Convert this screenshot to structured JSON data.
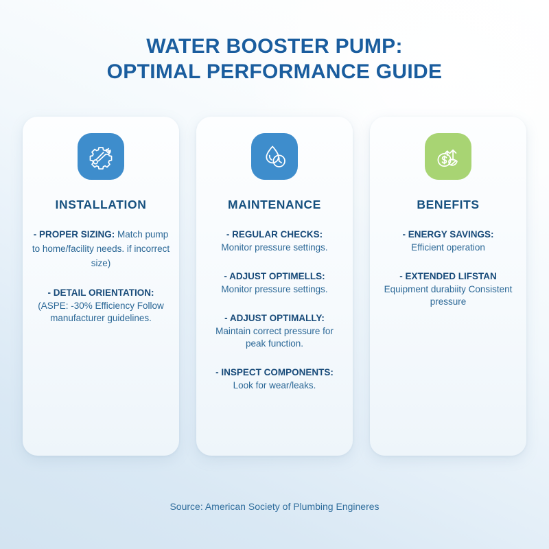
{
  "title": {
    "line1": "WATER BOOSTER PUMP:",
    "line2": "OPTIMAL PERFORMANCE GUIDE",
    "color": "#1a5d9e"
  },
  "cards": [
    {
      "icon": "gear-wrench-icon",
      "icon_tile_color": "#3e8dcc",
      "heading": "INSTALLATION",
      "items": [
        {
          "label": "- PROPER SIZING:",
          "text": " Match pump to home/facility needs. if incorrect size)"
        },
        {
          "label": "- DETAIL ORIENTATION:",
          "text": "(ASPE: -30% Efficiency Follow manufacturer guidelines.",
          "text_on_new_line": true
        }
      ]
    },
    {
      "icon": "water-drop-clock-icon",
      "icon_tile_color": "#3e8dcc",
      "heading": "MAINTENANCE",
      "items": [
        {
          "label": "- REGULAR CHECKS:",
          "text": "Monitor pressure settings.",
          "text_on_new_line": true
        },
        {
          "label": "- ADJUST OPTIMELLS:",
          "text": "Monitor pressure settings.",
          "text_on_new_line": true
        },
        {
          "label": "- ADJUST OPTIMALLY:",
          "text": "Maintain correct pressure for peak function.",
          "text_on_new_line": true
        },
        {
          "label": "- INSPECT COMPONENTS:",
          "text": "Look for wear/leaks.",
          "text_on_new_line": true
        }
      ]
    },
    {
      "icon": "money-growth-leaf-icon",
      "icon_tile_color": "#a8d473",
      "heading": "BENEFITS",
      "items": [
        {
          "label": "- ENERGY SAVINGS:",
          "text": "Efficient operation",
          "text_on_new_line": true
        },
        {
          "label": "- EXTENDED LIFSTAN",
          "text": "Equipment durabiity Consistent pressure",
          "text_on_new_line": true
        }
      ]
    }
  ],
  "footer": {
    "source": "Source: American Society of Plumbing Engineres"
  }
}
